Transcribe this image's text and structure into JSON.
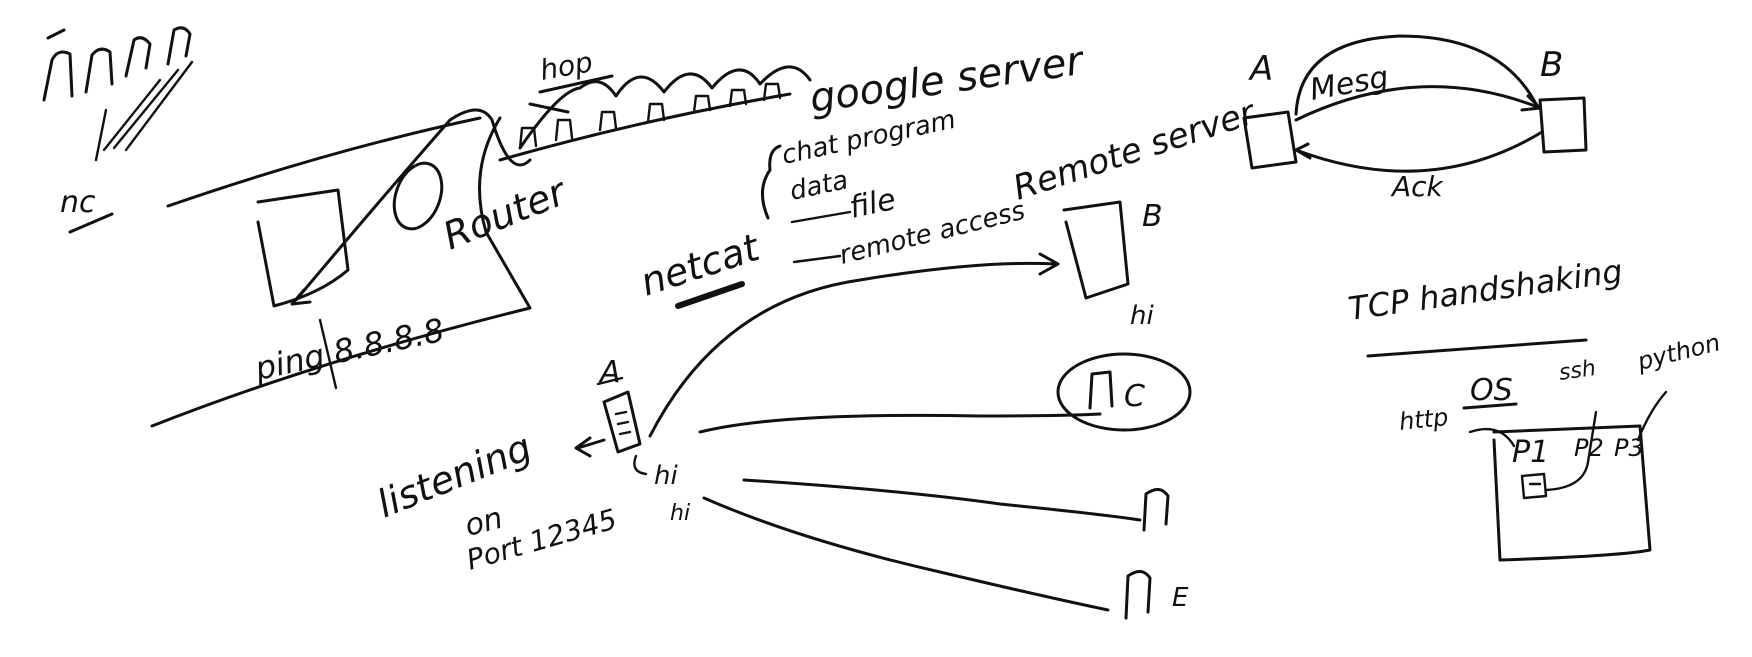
{
  "ink_color": "#111111",
  "background": "#ffffff",
  "labels": {
    "nc": "nc",
    "hop": "hop",
    "google_server": "google server",
    "router": "Router",
    "ping": "ping 8.8.8.8",
    "netcat": "netcat",
    "netcat_uses": [
      "chat program",
      "data",
      "file",
      "remote access"
    ],
    "remote_server": "Remote server",
    "node_a_top": "A",
    "node_b_top": "B",
    "mesg": "Mesg",
    "ack": "Ack",
    "b_server": "B",
    "hi_b": "hi",
    "c_client": "C",
    "e_client": "E",
    "a_listener": "A",
    "hi_a": "hi",
    "hi_a2": "hi",
    "listening": "listening",
    "on": "on",
    "port": "Port 12345",
    "tcp_handshaking": "TCP handshaking",
    "os": "OS",
    "http": "http",
    "ssh": "ssh",
    "python": "python",
    "p1": "P1",
    "p2": "P2",
    "p3": "P3"
  }
}
